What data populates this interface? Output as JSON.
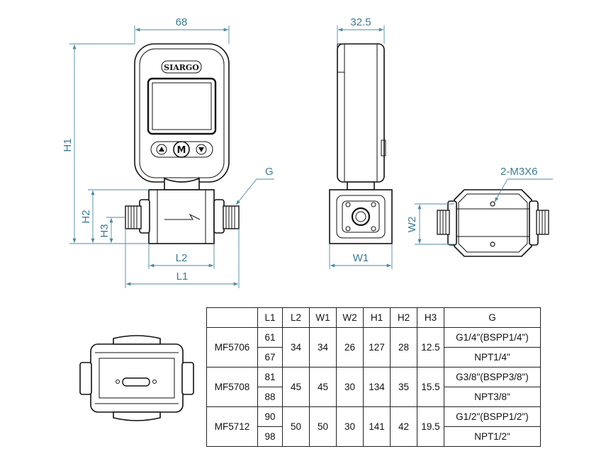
{
  "front_view": {
    "brand": "SIARGO",
    "button_mid": "M",
    "dim_width": "68",
    "dim_h1": "H1",
    "dim_h2": "H2",
    "dim_h3": "H3",
    "dim_l1": "L1",
    "dim_l2": "L2",
    "dim_g": "G"
  },
  "side_view": {
    "dim_width": "32.5",
    "dim_w1": "W1"
  },
  "bottom_view": {
    "dim_w2": "W2",
    "dim_holes": "2-M3X6"
  },
  "table": {
    "headers": [
      "",
      "L1",
      "L2",
      "W1",
      "W2",
      "H1",
      "H2",
      "H3",
      "G"
    ],
    "models": [
      {
        "model": "MF5706",
        "l1": [
          "61",
          "67"
        ],
        "l2": "34",
        "w1": "34",
        "w2": "26",
        "h1": "127",
        "h2": "28",
        "h3": "12.5",
        "g": [
          "G1/4\"(BSPP1/4\")",
          "NPT1/4\""
        ]
      },
      {
        "model": "MF5708",
        "l1": [
          "81",
          "88"
        ],
        "l2": "45",
        "w1": "45",
        "w2": "30",
        "h1": "134",
        "h2": "35",
        "h3": "15.5",
        "g": [
          "G3/8\"(BSPP3/8\")",
          "NPT3/8\""
        ]
      },
      {
        "model": "MF5712",
        "l1": [
          "90",
          "98"
        ],
        "l2": "50",
        "w1": "50",
        "w2": "30",
        "h1": "141",
        "h2": "42",
        "h3": "19.5",
        "g": [
          "G1/2\"(BSPP1/2\")",
          "NPT1/2\""
        ]
      }
    ]
  },
  "colors": {
    "dimension": "#3b7a96",
    "outline": "#111111"
  }
}
